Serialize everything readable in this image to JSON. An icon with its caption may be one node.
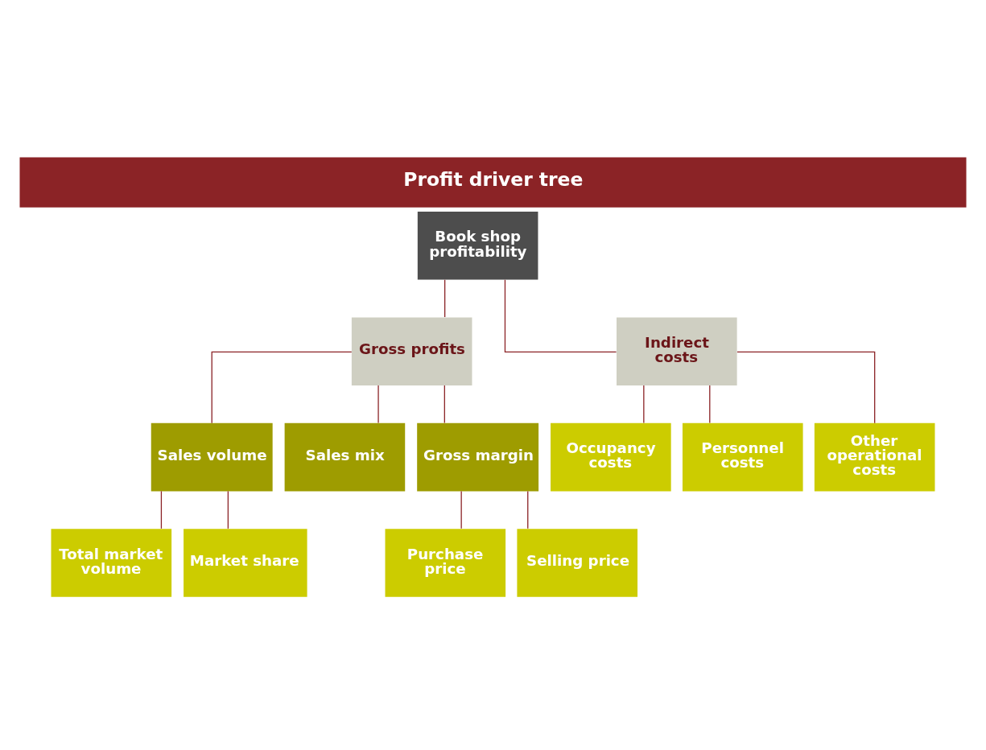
{
  "diagram": {
    "title": "Profit driver tree",
    "nodes": [
      {
        "text": [
          "Book shop profitability"
        ]
      },
      {
        "text": [
          "Gross profits"
        ]
      },
      {
        "text": [
          "Indirect costs"
        ]
      },
      {
        "text": [
          "Sales volume"
        ]
      },
      {
        "text": [
          "Sales mix"
        ]
      },
      {
        "text": [
          "Gross margin"
        ]
      },
      {
        "text": [
          "Total market volume"
        ]
      },
      {
        "text": [
          "Market share"
        ]
      },
      {
        "text": [
          "Purchase price"
        ]
      },
      {
        "text": [
          "Selling price"
        ]
      },
      {
        "text": [
          "Occupancy costs"
        ]
      },
      {
        "text": [
          "Personnel costs"
        ]
      },
      {
        "text": [
          "Other operational costs"
        ]
      }
    ],
    "edges": [
      {
        "from": 0,
        "to": 1,
        "arrow": "none"
      },
      {
        "from": 0,
        "to": 2,
        "arrow": "none"
      },
      {
        "from": 1,
        "to": 3,
        "arrow": "none"
      },
      {
        "from": 1,
        "to": 4,
        "arrow": "none"
      },
      {
        "from": 1,
        "to": 5,
        "arrow": "none"
      },
      {
        "from": 3,
        "to": 6,
        "arrow": "none"
      },
      {
        "from": 3,
        "to": 7,
        "arrow": "none"
      },
      {
        "from": 5,
        "to": 8,
        "arrow": "none"
      },
      {
        "from": 5,
        "to": 9,
        "arrow": "none"
      },
      {
        "from": 2,
        "to": 10,
        "arrow": "none"
      },
      {
        "from": 2,
        "to": 11,
        "arrow": "none"
      },
      {
        "from": 2,
        "to": 12,
        "arrow": "none"
      }
    ]
  }
}
